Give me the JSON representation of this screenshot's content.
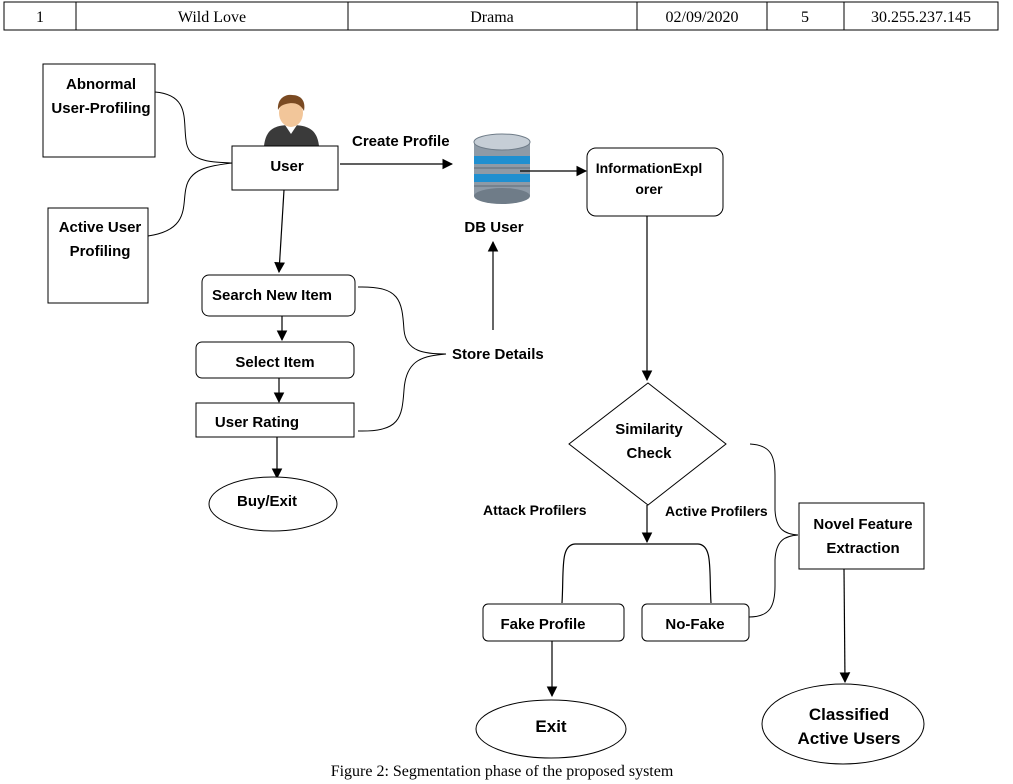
{
  "table_row": {
    "cells": [
      "1",
      "Wild Love",
      "Drama",
      "02/09/2020",
      "5",
      "30.255.237.145"
    ]
  },
  "nodes": {
    "abnormal_profiling": [
      "Abnormal",
      "User-Profiling"
    ],
    "active_user_profiling": [
      "Active User",
      "Profiling"
    ],
    "user": "User",
    "create_profile": "Create Profile",
    "db_user": "DB User",
    "information_explorer": [
      "InformationExpl",
      "orer"
    ],
    "search_new_item": "Search New Item",
    "select_item": "Select Item",
    "user_rating": "User Rating",
    "store_details": "Store Details",
    "buy_exit": "Buy/Exit",
    "similarity_check": [
      "Similarity",
      "Check"
    ],
    "attack_profilers": "Attack Profilers",
    "active_profilers": "Active Profilers",
    "novel_feature_extraction": [
      "Novel Feature",
      "Extraction"
    ],
    "fake_profile": "Fake Profile",
    "no_fake": "No-Fake",
    "exit": "Exit",
    "classified_active_users": [
      "Classified",
      "Active Users"
    ]
  },
  "caption": "Figure 2: Segmentation phase of the proposed system",
  "icons": {
    "user": "person-icon",
    "db": "database-icon"
  },
  "colors": {
    "stroke": "#000000",
    "db_body": "#8e9aa6",
    "db_band": "#1f8fd0",
    "person_skin": "#f2c69a",
    "person_hair": "#7a4a22",
    "person_body": "#3a3a3a"
  }
}
